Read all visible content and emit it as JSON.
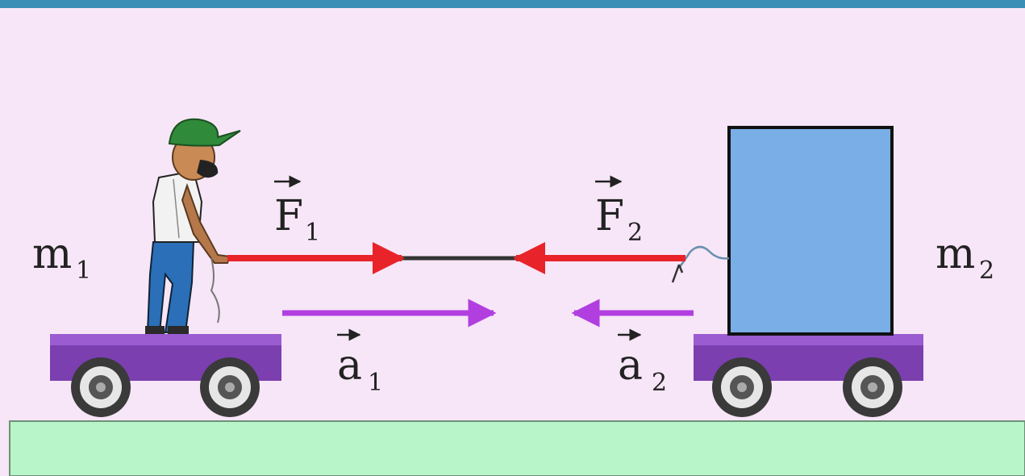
{
  "labels": {
    "m1": {
      "base": "m",
      "sub": "1"
    },
    "m2": {
      "base": "m",
      "sub": "2"
    },
    "F1": {
      "base": "F",
      "sub": "1"
    },
    "F2": {
      "base": "F",
      "sub": "2"
    },
    "a1": {
      "base": "a",
      "sub": "1"
    },
    "a2": {
      "base": "a",
      "sub": "2"
    }
  },
  "colors": {
    "background": "#f7e6f7",
    "top_bar": "#3a8fb7",
    "ground": "#b8f5c8",
    "cart": "#7b3fb0",
    "box": "#7aaee6",
    "force_arrow": "#e8242a",
    "accel_arrow": "#b13fe0",
    "rope": "#333333"
  }
}
